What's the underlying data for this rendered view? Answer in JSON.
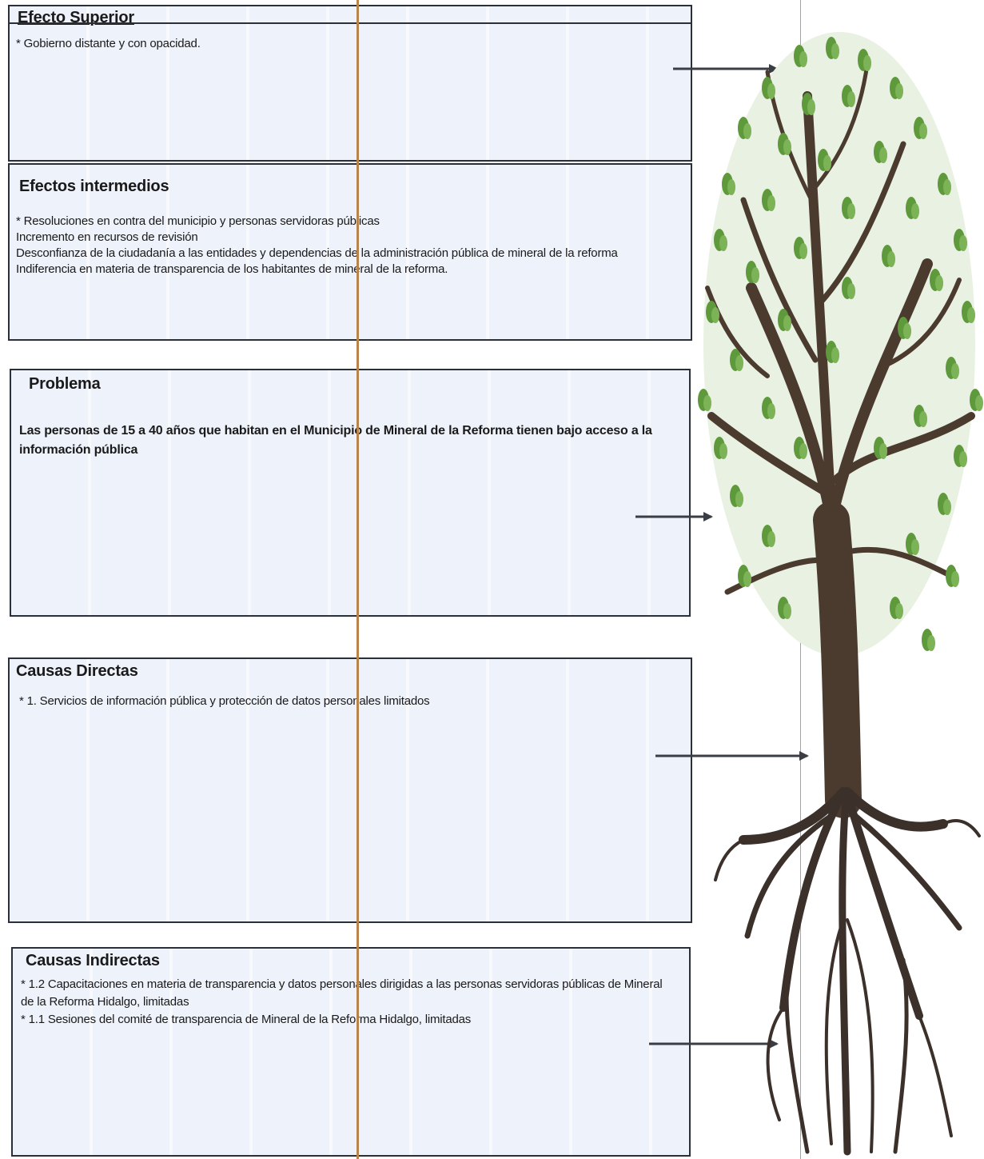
{
  "sections": {
    "efecto_superior": {
      "title": "Efecto Superior",
      "lines": [
        "* Gobierno distante y con opacidad."
      ]
    },
    "efectos_intermedios": {
      "title": "Efectos intermedios",
      "lines": [
        "* Resoluciones en contra del municipio y personas servidoras públicas",
        "Incremento en recursos de revisión",
        "Desconfianza de la ciudadanía a las entidades y dependencias de la administración pública de mineral de la reforma",
        "Indiferencia en materia de transparencia de los habitantes de mineral de la reforma."
      ]
    },
    "problema": {
      "title": "Problema",
      "lines": [
        "Las personas de 15 a 40 años que habitan en el Municipio de Mineral de la Reforma tienen bajo acceso a la información pública"
      ]
    },
    "causas_directas": {
      "title": "Causas Directas",
      "lines": [
        "* 1. Servicios de información pública y protección de datos personales limitados"
      ]
    },
    "causas_indirectas": {
      "title": "Causas Indirectas",
      "lines": [
        "* 1.2 Capacitaciones en materia de transparencia y datos personales dirigidas a las personas servidoras públicas de Mineral de la Reforma Hidalgo, limitadas",
        "* 1.1 Sesiones del comité de transparencia de Mineral de la Reforma Hidalgo, limitadas"
      ]
    }
  },
  "colors": {
    "panel_bg": "#eef2fb",
    "border": "#2b2f3a",
    "trunk": "#4b3a2e",
    "leaf": "#5e9a3c",
    "guide_line": "#b8834d"
  }
}
